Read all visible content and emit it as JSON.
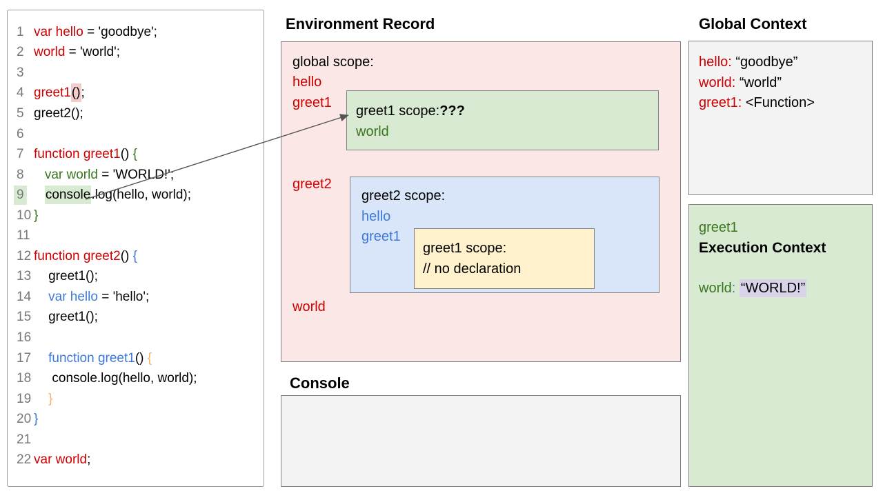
{
  "colors": {
    "code-red": "#cc0000",
    "code-green": "#38761d",
    "code-blue": "#3c78d8",
    "code-orange": "#f6b26b",
    "code-black": "#000000",
    "line-number-gray": "#777777",
    "panel-pink": "#fbe7e5",
    "panel-green": "#d9ead3",
    "panel-blue": "#d9e5f8",
    "panel-yellow": "#fff2cc",
    "panel-gray": "#f3f3f3",
    "hl-pink": "#f4cccc",
    "hl-green": "#d9ead3",
    "hl-lavender": "#d9d2e9",
    "border-gray": "#808080",
    "arrow-gray": "#555555"
  },
  "titles": {
    "environment_record": "Environment Record",
    "console": "Console",
    "global_context": "Global Context"
  },
  "code": {
    "lines": [
      {
        "n": "1",
        "s": [
          {
            "t": "var hello",
            "c": "red"
          },
          {
            "t": " = 'goodbye';",
            "c": "black"
          }
        ]
      },
      {
        "n": "2",
        "s": [
          {
            "t": "world",
            "c": "red"
          },
          {
            "t": " = 'world';",
            "c": "black"
          }
        ]
      },
      {
        "n": "3",
        "s": []
      },
      {
        "n": "4",
        "s": [
          {
            "t": "greet1",
            "c": "red"
          },
          {
            "t": "()",
            "c": "black",
            "h": "pink"
          },
          {
            "t": ";",
            "c": "black"
          }
        ]
      },
      {
        "n": "5",
        "s": [
          {
            "t": "greet2();",
            "c": "black"
          }
        ]
      },
      {
        "n": "6",
        "s": []
      },
      {
        "n": "7",
        "s": [
          {
            "t": "function greet1",
            "c": "red"
          },
          {
            "t": "() ",
            "c": "black"
          },
          {
            "t": "{",
            "c": "green"
          }
        ]
      },
      {
        "n": "8",
        "s": [
          {
            "t": "   ",
            "c": "black"
          },
          {
            "t": "var world",
            "c": "green"
          },
          {
            "t": " = 'WORLD!';",
            "c": "black"
          }
        ]
      },
      {
        "n": "9",
        "nh": true,
        "s": [
          {
            "t": "   ",
            "c": "black"
          },
          {
            "t": "console",
            "c": "black",
            "h": "green"
          },
          {
            "t": ".log(hello, world);",
            "c": "black"
          }
        ]
      },
      {
        "n": "10",
        "s": [
          {
            "t": "}",
            "c": "green"
          }
        ]
      },
      {
        "n": "11",
        "s": []
      },
      {
        "n": "12",
        "s": [
          {
            "t": "function greet2",
            "c": "red"
          },
          {
            "t": "() ",
            "c": "black"
          },
          {
            "t": "{",
            "c": "blue"
          }
        ]
      },
      {
        "n": "13",
        "s": [
          {
            "t": "    greet1();",
            "c": "black"
          }
        ]
      },
      {
        "n": "14",
        "s": [
          {
            "t": "    ",
            "c": "black"
          },
          {
            "t": "var hello",
            "c": "blue"
          },
          {
            "t": " = 'hello';",
            "c": "black"
          }
        ]
      },
      {
        "n": "15",
        "s": [
          {
            "t": "    greet1();",
            "c": "black"
          }
        ]
      },
      {
        "n": "16",
        "s": []
      },
      {
        "n": "17",
        "s": [
          {
            "t": "    ",
            "c": "black"
          },
          {
            "t": "function greet1",
            "c": "blue"
          },
          {
            "t": "() ",
            "c": "black"
          },
          {
            "t": "{",
            "c": "orange"
          }
        ]
      },
      {
        "n": "18",
        "s": [
          {
            "t": "     console.log(hello, world);",
            "c": "black"
          }
        ]
      },
      {
        "n": "19",
        "s": [
          {
            "t": "    ",
            "c": "black"
          },
          {
            "t": "}",
            "c": "orange"
          }
        ]
      },
      {
        "n": "20",
        "s": [
          {
            "t": "}",
            "c": "blue"
          }
        ]
      },
      {
        "n": "21",
        "s": []
      },
      {
        "n": "22",
        "s": [
          {
            "t": "var world",
            "c": "red"
          },
          {
            "t": ";",
            "c": "black"
          }
        ]
      }
    ]
  },
  "env": {
    "global_scope_label": "global scope:",
    "var_hello": "hello",
    "var_greet1": "greet1",
    "var_greet2": "greet2",
    "var_world": "world",
    "greet1_box": {
      "title": "greet1 scope:",
      "question": "???",
      "var_world": "world"
    },
    "greet2_box": {
      "title": "greet2 scope:",
      "var_hello": "hello",
      "var_greet1": "greet1"
    },
    "inner_box": {
      "title": "greet1 scope:",
      "comment": "// no declaration"
    }
  },
  "global_context": {
    "entries": [
      {
        "name": "hello:",
        "value": " “goodbye”"
      },
      {
        "name": "world:",
        "value": " “world”"
      },
      {
        "name": "greet1:",
        "value": " <Function>"
      }
    ]
  },
  "execution_context": {
    "function_name": "greet1",
    "title": "Execution Context",
    "var_name": "world",
    "colon": ":",
    "value": "“WORLD!”"
  }
}
